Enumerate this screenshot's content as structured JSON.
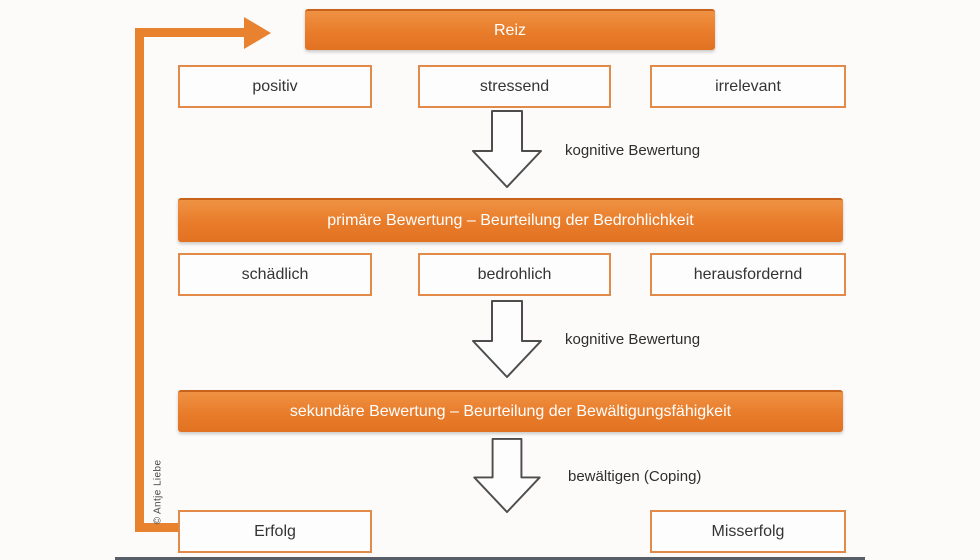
{
  "colors": {
    "accent_orange": "#e8822f",
    "bar_fill_orange": "#e87c2a",
    "box_border_orange": "#e18a4a",
    "arrow_outline_gray": "#4d4d4d",
    "text_dark": "#343434"
  },
  "nodes": {
    "reiz": "Reiz",
    "row1": [
      "positiv",
      "stressend",
      "irrelevant"
    ],
    "primary_bar": "primäre Bewertung – Beurteilung der Bedrohlichkeit",
    "row2": [
      "schädlich",
      "bedrohlich",
      "herausfordernd"
    ],
    "secondary_bar": "sekundäre Bewertung – Beurteilung der Bewältigungsfähigkeit",
    "outcomes": [
      "Erfolg",
      "Misserfolg"
    ]
  },
  "arrows": {
    "label1": "kognitive Bewertung",
    "label2": "kognitive Bewertung",
    "label3": "bewältigen (Coping)"
  },
  "credit": "© Antje Liebe"
}
